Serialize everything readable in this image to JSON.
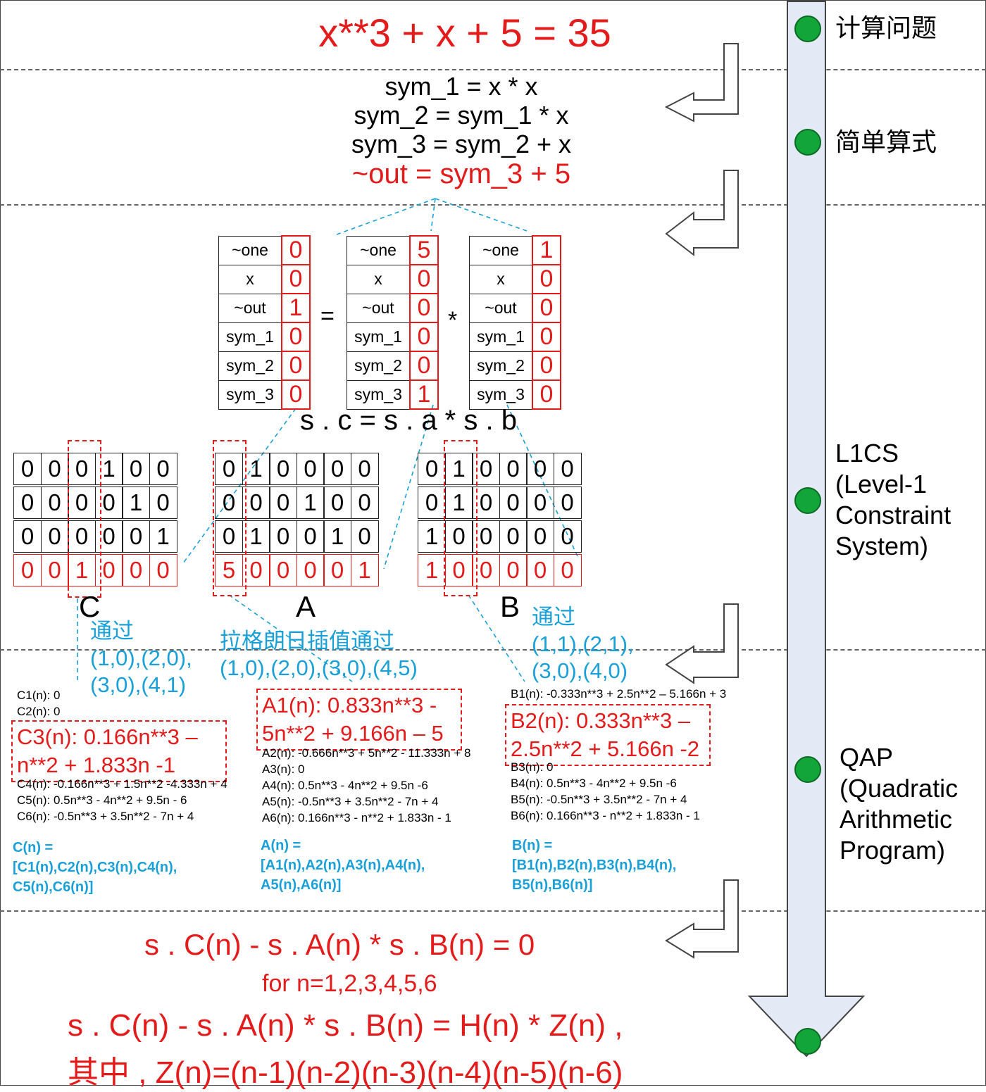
{
  "title_eq": "x**3 + x + 5 = 35",
  "flatten": [
    "sym_1 = x * x",
    "sym_2 = sym_1 * x",
    "sym_3 = sym_2 + x"
  ],
  "flatten_out": "~out = sym_3 + 5",
  "vectors": {
    "labels": [
      "~one",
      "x",
      "~out",
      "sym_1",
      "sym_2",
      "sym_3"
    ],
    "c": [
      "0",
      "0",
      "1",
      "0",
      "0",
      "0"
    ],
    "a": [
      "5",
      "0",
      "0",
      "0",
      "0",
      "1"
    ],
    "b": [
      "1",
      "0",
      "0",
      "0",
      "0",
      "0"
    ],
    "eq_sign": "=",
    "mul_sign": "*"
  },
  "constraint": "s . c = s . a * s . b",
  "matrices": {
    "C": [
      [
        "0",
        "0",
        "0",
        "1",
        "0",
        "0"
      ],
      [
        "0",
        "0",
        "0",
        "0",
        "1",
        "0"
      ],
      [
        "0",
        "0",
        "0",
        "0",
        "0",
        "1"
      ],
      [
        "0",
        "0",
        "1",
        "0",
        "0",
        "0"
      ]
    ],
    "A": [
      [
        "0",
        "1",
        "0",
        "0",
        "0",
        "0"
      ],
      [
        "0",
        "0",
        "0",
        "1",
        "0",
        "0"
      ],
      [
        "0",
        "1",
        "0",
        "0",
        "1",
        "0"
      ],
      [
        "5",
        "0",
        "0",
        "0",
        "0",
        "1"
      ]
    ],
    "B": [
      [
        "0",
        "1",
        "0",
        "0",
        "0",
        "0"
      ],
      [
        "0",
        "1",
        "0",
        "0",
        "0",
        "0"
      ],
      [
        "1",
        "0",
        "0",
        "0",
        "0",
        "0"
      ],
      [
        "1",
        "0",
        "0",
        "0",
        "0",
        "0"
      ]
    ],
    "labels": [
      "C",
      "A",
      "B"
    ]
  },
  "annotations": {
    "c_via": "通过",
    "c_points": [
      "(1,0),(2,0),",
      "(3,0),(4,1)"
    ],
    "lagrange": "拉格朗日插值通过",
    "a_points": "(1,0),(2,0),(3,0),(4,5)",
    "b_via": "通过",
    "b_points": [
      "(1,1),(2,1),",
      "(3,0),(4,0)"
    ]
  },
  "polys": {
    "C": {
      "small_top": [
        "C1(n): 0",
        "C2(n): 0"
      ],
      "big": [
        "C3(n): 0.166n**3  –",
        "n**2 + 1.833n -1"
      ],
      "small_bottom": [
        "C4(n): -0.166n**3 + 1.5n**2 -4.333n + 4",
        "C5(n): 0.5n**3 - 4n**2 + 9.5n - 6",
        "C6(n): -0.5n**3 + 3.5n**2 - 7n + 4"
      ],
      "def": [
        "C(n) =",
        "[C1(n),C2(n),C3(n),C4(n),",
        "C5(n),C6(n)]"
      ]
    },
    "A": {
      "big": [
        "A1(n): 0.833n**3 -",
        "5n**2 + 9.166n  –  5"
      ],
      "small_bottom": [
        "A2(n): -0.666n**3 + 5n**2 - 11.333n + 8",
        "A3(n): 0",
        "A4(n): 0.5n**3 - 4n**2 + 9.5n -6",
        "A5(n): -0.5n**3 + 3.5n**2 - 7n + 4",
        "A6(n): 0.166n**3 - n**2 + 1.833n - 1"
      ],
      "def": [
        "A(n) =",
        "[A1(n),A2(n),A3(n),A4(n),",
        "A5(n),A6(n)]"
      ]
    },
    "B": {
      "small_top": [
        "B1(n): -0.333n**3 + 2.5n**2  –  5.166n + 3"
      ],
      "big": [
        "B2(n): 0.333n**3  –",
        "2.5n**2 + 5.166n -2"
      ],
      "small_bottom": [
        "B3(n): 0",
        "B4(n): 0.5n**3 - 4n**2 + 9.5n -6",
        "B5(n): -0.5n**3 + 3.5n**2 - 7n + 4",
        "B6(n): 0.166n**3 - n**2 + 1.833n - 1"
      ],
      "def": [
        "B(n) =",
        "[B1(n),B2(n),B3(n),B4(n),",
        "B5(n),B6(n)]"
      ]
    }
  },
  "qap_eq1": "s .  C(n) - s . A(n) * s . B(n) = 0",
  "qap_for": "for n=1,2,3,4,5,6",
  "qap_eq2": "s .  C(n) - s . A(n) * s . B(n)  =  H(n) * Z(n) ,",
  "qap_eq3": "其中 , Z(n)=(n-1)(n-2)(n-3)(n-4)(n-5)(n-6)",
  "stages": [
    "计算问题",
    "简单算式",
    "L1CS",
    "(Level-1",
    "Constraint",
    "System)",
    "QAP",
    "(Quadratic",
    "Arithmetic",
    "Program)"
  ],
  "colors": {
    "red": "#e31b1b",
    "blue": "#1aa0d8",
    "green_dot": "#12a53a",
    "arrow_fill": "#e3eaf5"
  }
}
